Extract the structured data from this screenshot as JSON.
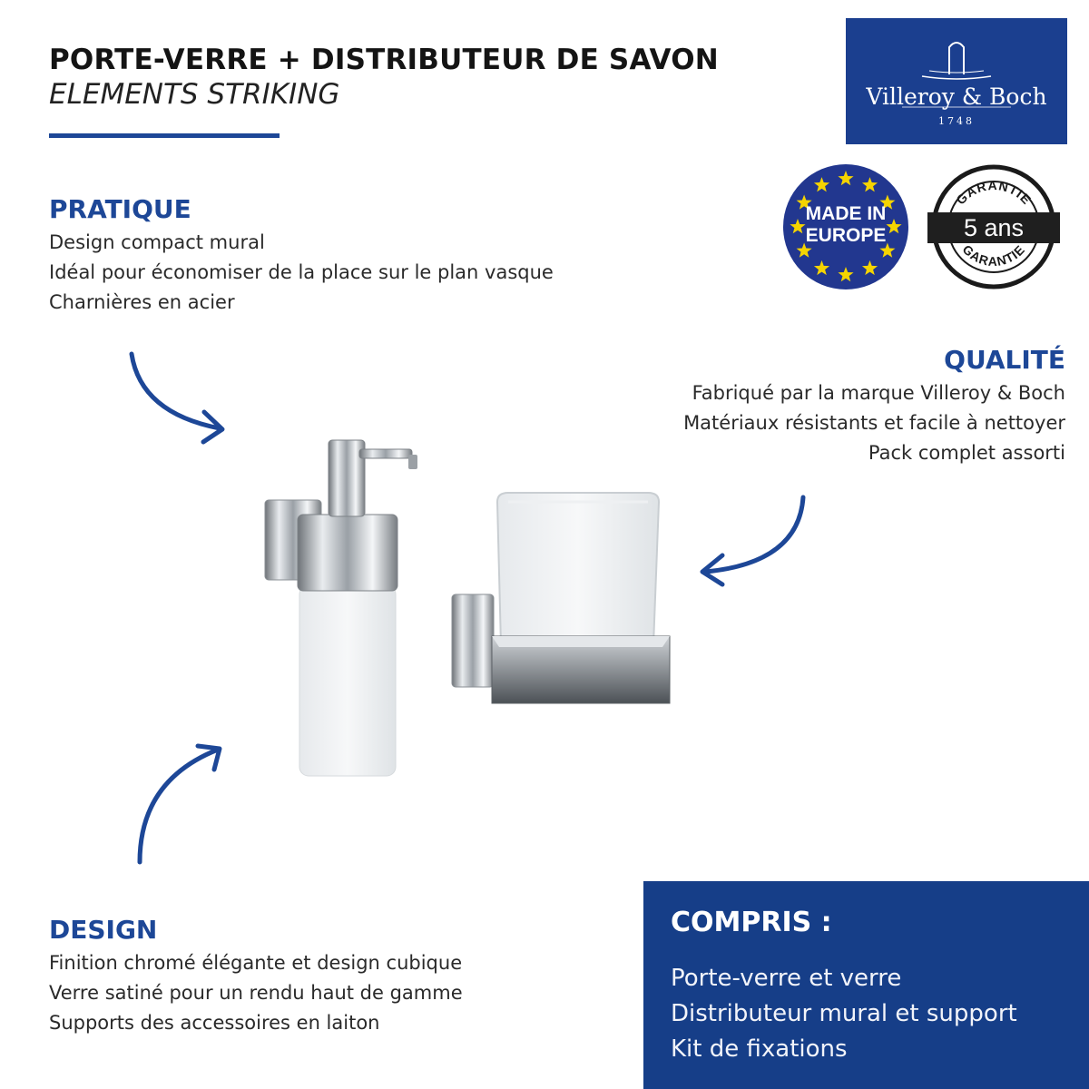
{
  "header": {
    "title": "PORTE-VERRE + DISTRIBUTEUR DE SAVON",
    "subtitle": "ELEMENTS STRIKING"
  },
  "brand": {
    "name": "Villeroy & Boch",
    "year": "1748",
    "color": "#1b3f8f"
  },
  "badges": {
    "europe_line1": "MADE IN",
    "europe_line2": "EUROPE",
    "warranty_top": "GARANTIE",
    "warranty_value": "5 ans",
    "warranty_bottom": "GARANTIE"
  },
  "sections": {
    "pratique": {
      "heading": "PRATIQUE",
      "lines": [
        "Design compact mural",
        "Idéal pour économiser de la place sur le plan vasque",
        "Charnières en acier"
      ]
    },
    "qualite": {
      "heading": "QUALITÉ",
      "lines": [
        "Fabriqué par la marque Villeroy & Boch",
        "Matériaux résistants et facile à nettoyer",
        "Pack complet assorti"
      ]
    },
    "design": {
      "heading": "DESIGN",
      "lines": [
        "Finition chromé élégante et design cubique",
        "Verre satiné pour un rendu haut de gamme",
        "Supports des accessoires en laiton"
      ]
    }
  },
  "compris": {
    "heading": "COMPRIS :",
    "items": [
      "Porte-verre et verre",
      "Distributeur mural et support",
      "Kit de fixations"
    ]
  },
  "colors": {
    "accent": "#1d4797",
    "panel": "#163e88",
    "eu_blue": "#22378f",
    "eu_star": "#f5d400"
  }
}
